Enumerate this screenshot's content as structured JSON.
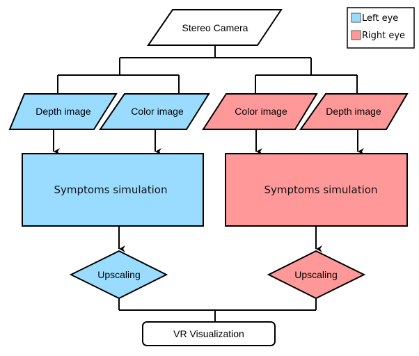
{
  "colors": {
    "left": "#99dcff",
    "right": "#ff9999",
    "neutral": "#ffffff",
    "stroke": "#000000"
  },
  "legend": {
    "items": [
      {
        "label": "Left eye",
        "color": "#99dcff"
      },
      {
        "label": "Right eye",
        "color": "#ff9999"
      }
    ]
  },
  "nodes": {
    "stereo_camera": {
      "label": "Stereo Camera",
      "shape": "parallelogram"
    },
    "left_depth": {
      "label": "Depth image",
      "shape": "parallelogram",
      "eye": "left"
    },
    "left_color": {
      "label": "Color image",
      "shape": "parallelogram",
      "eye": "left"
    },
    "right_color": {
      "label": "Color image",
      "shape": "parallelogram",
      "eye": "right"
    },
    "right_depth": {
      "label": "Depth image",
      "shape": "parallelogram",
      "eye": "right"
    },
    "left_sim": {
      "label": "Symptoms simulation",
      "shape": "rectangle",
      "eye": "left"
    },
    "right_sim": {
      "label": "Symptoms simulation",
      "shape": "rectangle",
      "eye": "right"
    },
    "left_upscale": {
      "label": "Upscaling",
      "shape": "diamond",
      "eye": "left"
    },
    "right_upscale": {
      "label": "Upscaling",
      "shape": "diamond",
      "eye": "right"
    },
    "vr": {
      "label": "VR Visualization",
      "shape": "rounded-rectangle"
    }
  },
  "edges": [
    {
      "from": "stereo_camera",
      "to": "left_depth"
    },
    {
      "from": "stereo_camera",
      "to": "left_color"
    },
    {
      "from": "stereo_camera",
      "to": "right_color"
    },
    {
      "from": "stereo_camera",
      "to": "right_depth"
    },
    {
      "from": "left_depth",
      "to": "left_sim"
    },
    {
      "from": "left_color",
      "to": "left_sim"
    },
    {
      "from": "right_color",
      "to": "right_sim"
    },
    {
      "from": "right_depth",
      "to": "right_sim"
    },
    {
      "from": "left_sim",
      "to": "left_upscale"
    },
    {
      "from": "right_sim",
      "to": "right_upscale"
    },
    {
      "from": "left_upscale",
      "to": "vr"
    },
    {
      "from": "right_upscale",
      "to": "vr"
    }
  ]
}
